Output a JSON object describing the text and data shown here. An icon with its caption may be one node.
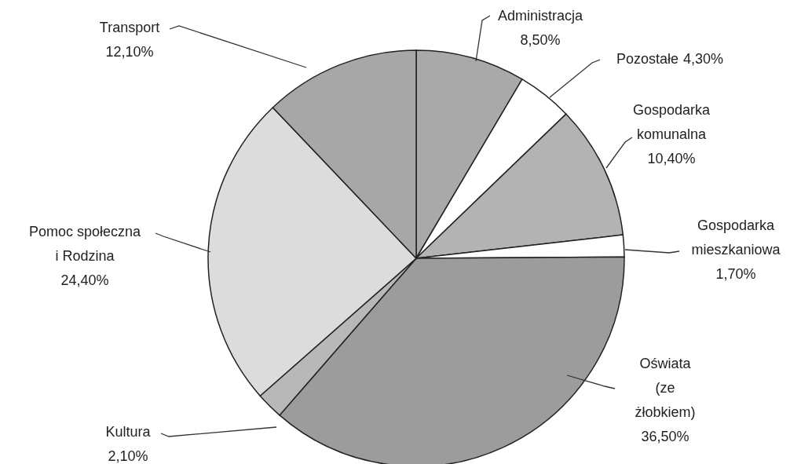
{
  "diagram": {
    "chart_data": {
      "type": "pie",
      "categories": [
        "Administracja",
        "Pozostałe",
        "Gospodarka komunalna",
        "Gospodarka mieszkaniowa",
        "Oświata (ze żłobkiem)",
        "Kultura",
        "Pomoc społeczna i Rodzina",
        "Transport"
      ],
      "values": [
        8.5,
        4.3,
        10.4,
        1.7,
        36.5,
        2.1,
        24.4,
        12.1
      ],
      "value_labels": [
        "8,50%",
        "4,30%",
        "10,40%",
        "1,70%",
        "36,50%",
        "2,10%",
        "24,40%",
        "12,10%"
      ]
    }
  }
}
